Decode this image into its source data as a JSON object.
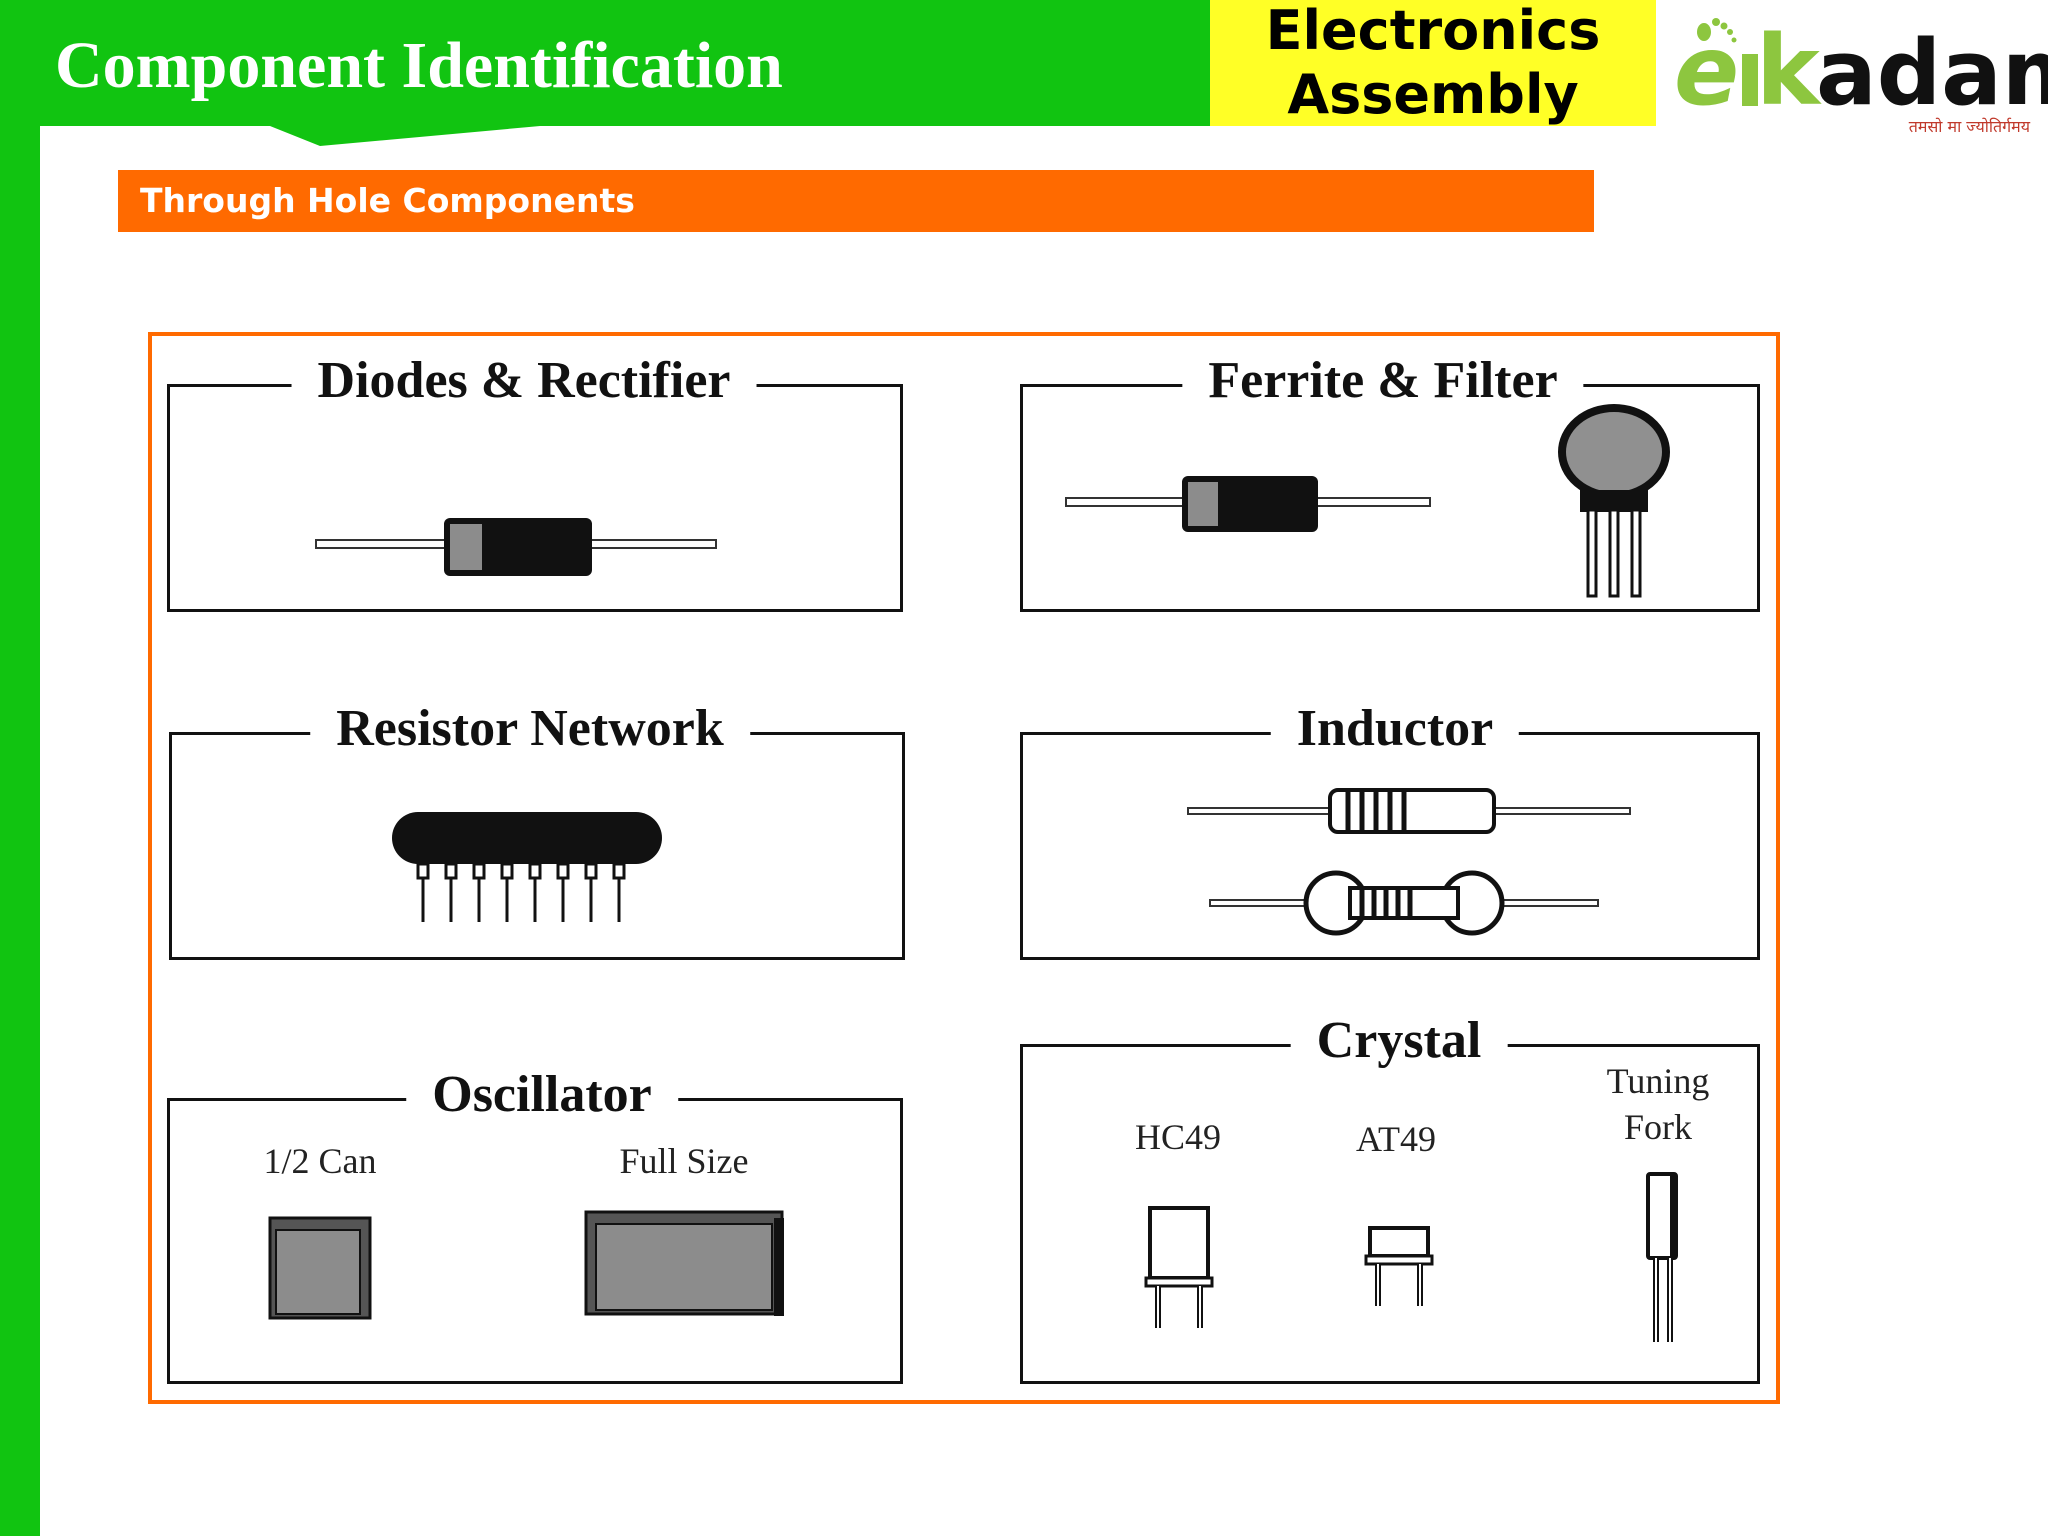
{
  "header": {
    "title": "Component Identification",
    "brand_line1": "Electronics",
    "brand_line2": "Assembly"
  },
  "logo": {
    "text": "ekadam",
    "tagline": "तमसो मा ज्योतिर्गमय"
  },
  "subheading": "Through Hole Components",
  "components": {
    "diodes": {
      "title": "Diodes & Rectifier"
    },
    "ferrite": {
      "title": "Ferrite & Filter"
    },
    "resistor_network": {
      "title": "Resistor Network"
    },
    "inductor": {
      "title": "Inductor"
    },
    "oscillator": {
      "title": "Oscillator",
      "labels": [
        "1/2 Can",
        "Full Size"
      ]
    },
    "crystal": {
      "title": "Crystal",
      "labels": [
        "HC49",
        "AT49",
        "Tuning\nFork"
      ]
    }
  },
  "colors": {
    "green": "#11c411",
    "yellow": "#ffff26",
    "orange": "#ff6a00"
  }
}
